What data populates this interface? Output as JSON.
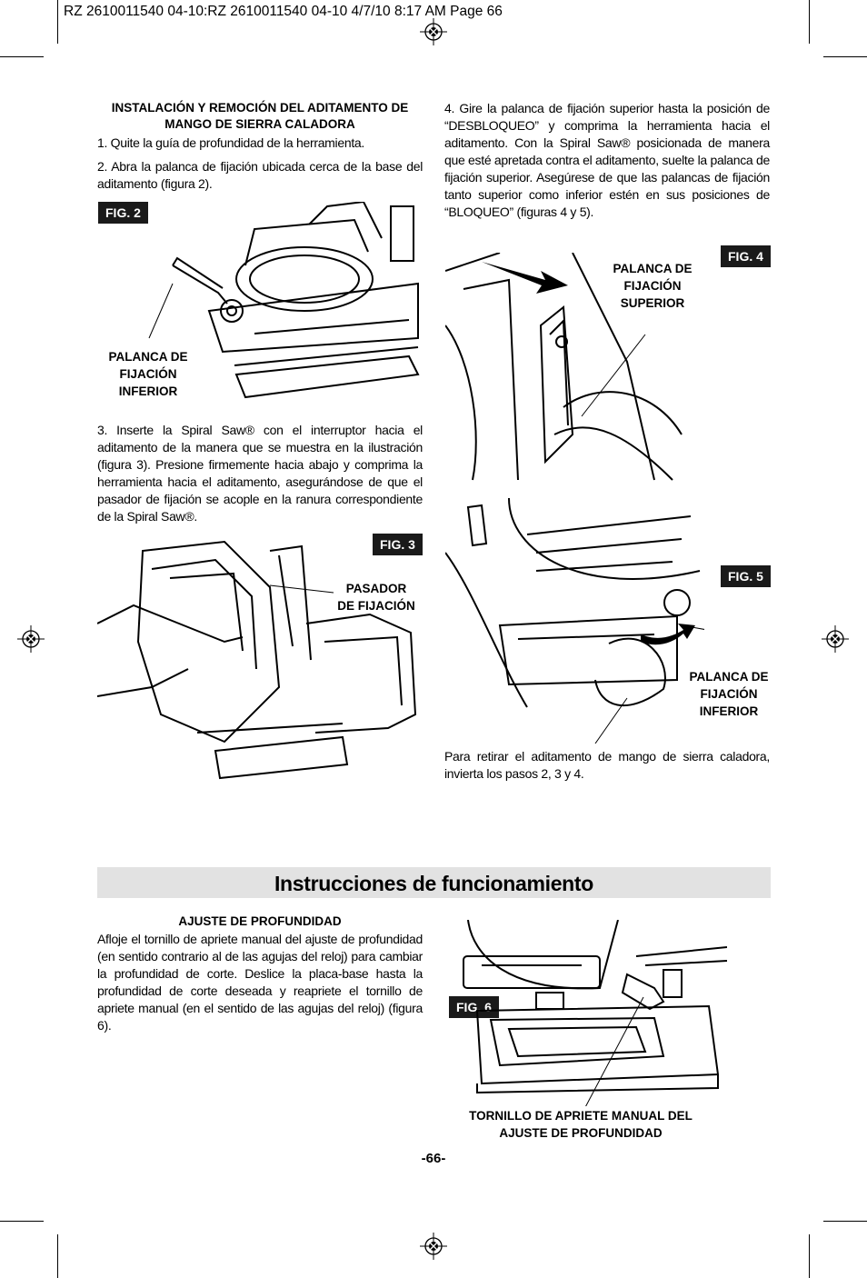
{
  "slug": "RZ 2610011540 04-10:RZ 2610011540 04-10  4/7/10  8:17 AM  Page 66",
  "left_col": {
    "heading": [
      "INSTALACIÓN Y REMOCIÓN DEL ADITAMENTO DE",
      "MANGO DE SIERRA CALADORA"
    ],
    "step1": "1. Quite la guía de profundidad de la herramienta.",
    "step2": "2. Abra la palanca de fijación ubicada cerca de la base del aditamento (figura 2).",
    "fig2_tag": "FIG. 2",
    "fig2_callout": [
      "PALANCA DE",
      "FIJACIÓN",
      "INFERIOR"
    ],
    "step3": "3. Inserte la Spiral Saw® con el interruptor hacia el aditamento de la manera que se muestra en la ilustración (figura 3). Presione firmemente hacia abajo y comprima la herramienta hacia el aditamento, asegurándose de que el pasador de fijación se acople en la ranura correspondiente de la Spiral Saw®.",
    "fig3_tag": "FIG. 3",
    "fig3_callout": [
      "PASADOR",
      "DE FIJACIÓN"
    ]
  },
  "right_col": {
    "step4": "4. Gire la palanca de fijación superior hasta la posición de “DESBLOQUEO” y comprima la herramienta hacia el aditamento. Con la Spiral Saw® posicionada de manera que esté apretada contra el aditamento, suelte la palanca de fijación superior. Asegúrese de que las palancas de fijación tanto superior como inferior estén en sus posiciones de “BLOQUEO” (figuras 4 y 5).",
    "fig4_tag": "FIG. 4",
    "fig4_callout": [
      "PALANCA DE",
      "FIJACIÓN",
      "SUPERIOR"
    ],
    "fig5_tag": "FIG. 5",
    "fig5_callout": [
      "PALANCA DE",
      "FIJACIÓN",
      "INFERIOR"
    ],
    "remove_note": "Para retirar el aditamento de mango de sierra caladora, invierta los pasos 2, 3 y 4."
  },
  "section": {
    "title": "Instrucciones de funcionamiento",
    "heading": "AJUSTE DE PROFUNDIDAD",
    "body": "Afloje el tornillo de apriete manual del ajuste de profundidad (en sentido contrario al de las agujas del reloj) para cambiar la profundidad de corte. Deslice la placa-base hasta la profundidad de corte deseada y reapriete el tornillo de apriete manual (en el sentido de las agujas del reloj) (figura 6).",
    "fig6_tag": "FIG. 6",
    "fig6_callout": [
      "TORNILLO DE APRIETE MANUAL DEL",
      "AJUSTE DE PROFUNDIDAD"
    ]
  },
  "page_number": "-66-"
}
